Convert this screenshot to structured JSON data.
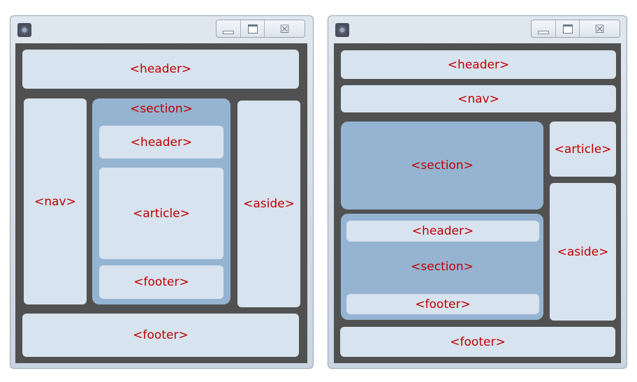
{
  "left": {
    "window_controls": {
      "close_symbol": "☒"
    },
    "header": "<header>",
    "nav": "<nav>",
    "section": "<section>",
    "section_header": "<header>",
    "section_article": "<article>",
    "section_footer": "<footer>",
    "aside": "<aside>",
    "footer": "<footer>"
  },
  "right": {
    "window_controls": {
      "close_symbol": "☒"
    },
    "header": "<header>",
    "nav": "<nav>",
    "section": "<section>",
    "article": "<article>",
    "inner_section": "<section>",
    "inner_header": "<header>",
    "inner_footer": "<footer>",
    "aside": "<aside>",
    "footer": "<footer>"
  },
  "colors": {
    "frame": "#515151",
    "block_light": "#d7e3ee",
    "block_section": "#94b4d2",
    "label_text": "#c00000"
  }
}
